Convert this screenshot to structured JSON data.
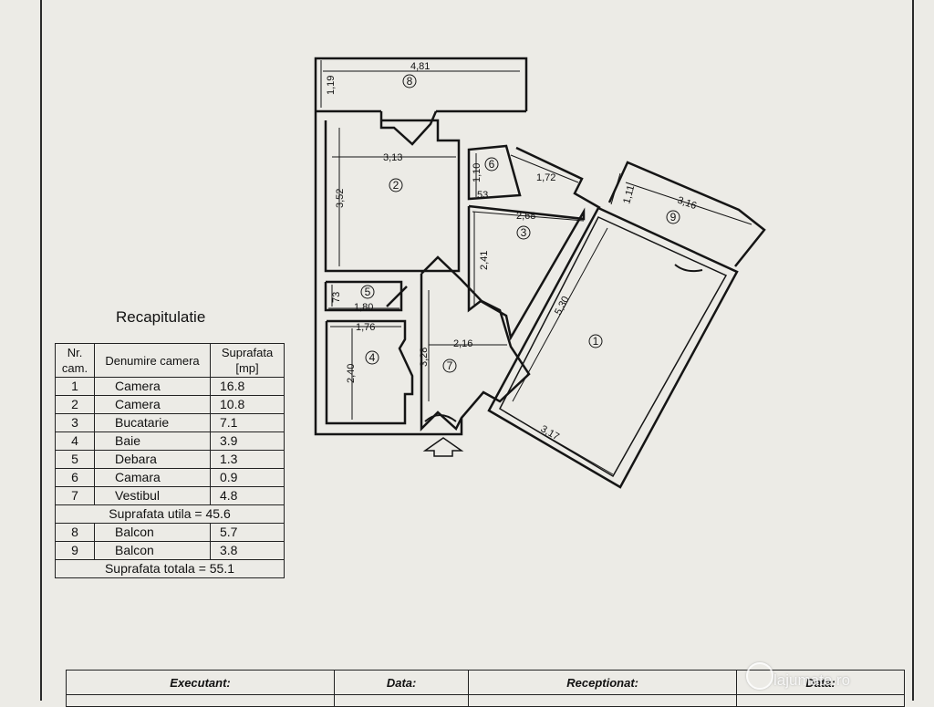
{
  "plan": {
    "dimensions": {
      "d_481": "4,81",
      "d_119": "1,19",
      "d_313": "3,13",
      "d_352": "3,52",
      "d_110": "1,10",
      "d_53": "53",
      "d_172": "1,72",
      "d_111": "1,11",
      "d_316": "3,16",
      "d_268": "2,68",
      "d_241": "2,41",
      "d_73": "73",
      "d_180": "1,80",
      "d_176": "1,76",
      "d_240": "2,40",
      "d_328": "3,28",
      "d_216": "2,16",
      "d_530": "5,30",
      "d_317": "3,17"
    },
    "room_labels": {
      "r1": "1",
      "r2": "2",
      "r3": "3",
      "r4": "4",
      "r5": "5",
      "r6": "6",
      "r7": "7",
      "r8": "8",
      "r9": "9"
    }
  },
  "recap": {
    "title": "Recapitulatie",
    "headers": {
      "nr": "Nr. cam.",
      "name": "Denumire camera",
      "area": "Suprafata [mp]"
    },
    "rows": [
      {
        "nr": "1",
        "name": "Camera",
        "area": "16.8"
      },
      {
        "nr": "2",
        "name": "Camera",
        "area": "10.8"
      },
      {
        "nr": "3",
        "name": "Bucatarie",
        "area": "7.1"
      },
      {
        "nr": "4",
        "name": "Baie",
        "area": "3.9"
      },
      {
        "nr": "5",
        "name": "Debara",
        "area": "1.3"
      },
      {
        "nr": "6",
        "name": "Camara",
        "area": "0.9"
      },
      {
        "nr": "7",
        "name": "Vestibul",
        "area": "4.8"
      }
    ],
    "usable_total": "Suprafata utila = 45.6",
    "balcony_rows": [
      {
        "nr": "8",
        "name": "Balcon",
        "area": "5.7"
      },
      {
        "nr": "9",
        "name": "Balcon",
        "area": "3.8"
      }
    ],
    "grand_total": "Suprafata totala = 55.1"
  },
  "footer": {
    "executant": "Executant:",
    "data1": "Data:",
    "receptionat": "Receptionat:",
    "data2": "Data:"
  },
  "watermark": {
    "text": "lajumate.ro"
  }
}
